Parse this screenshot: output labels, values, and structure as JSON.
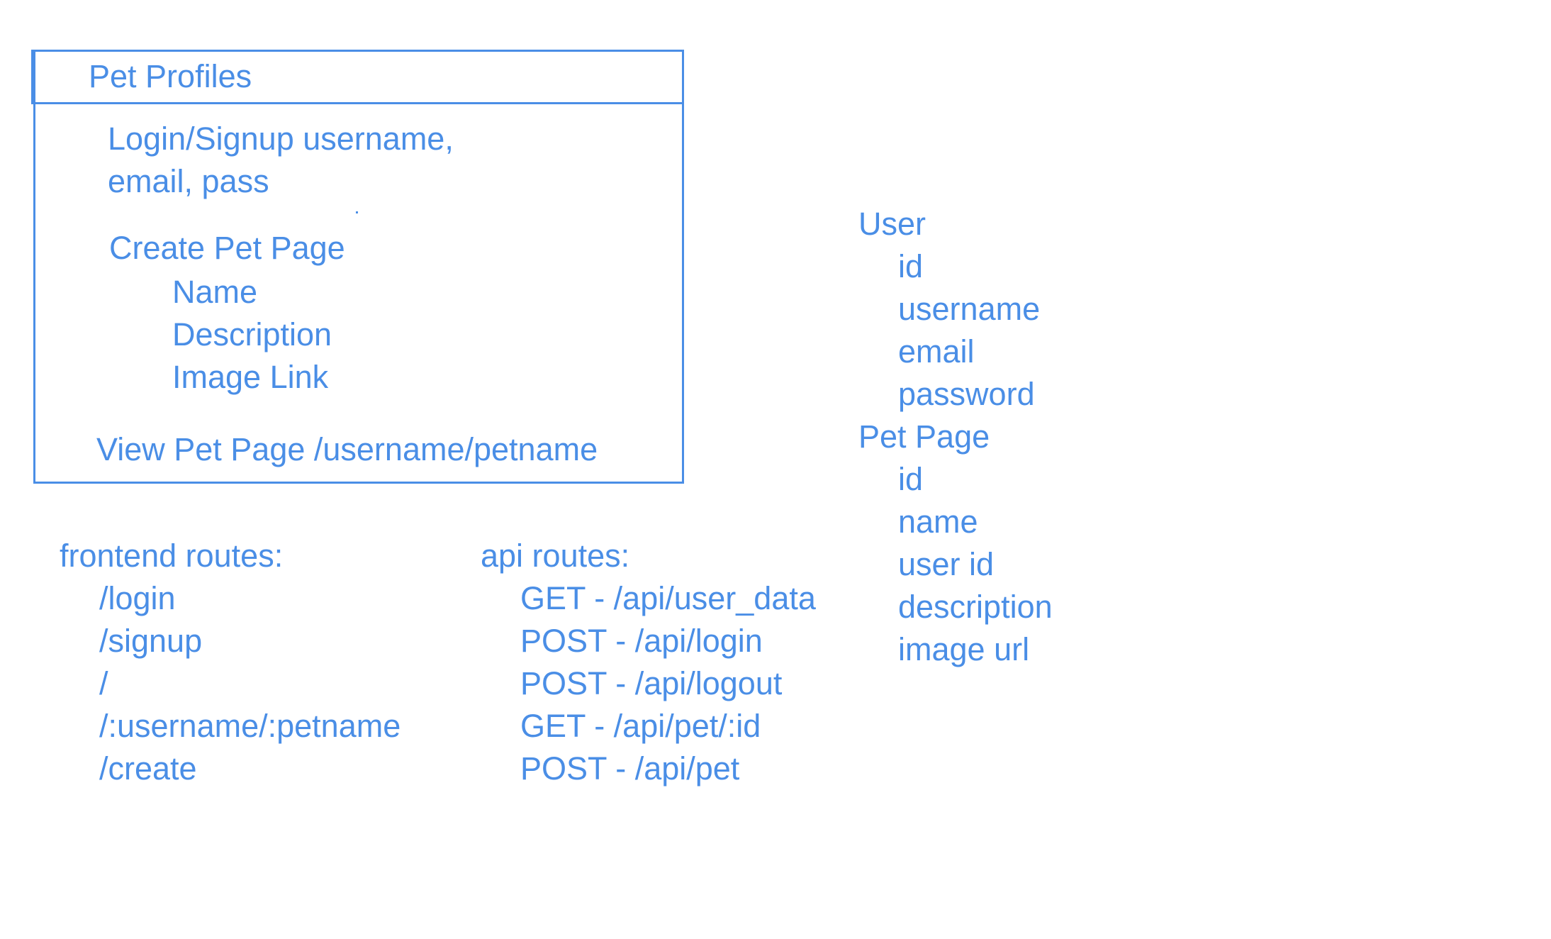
{
  "box": {
    "title": "Pet Profiles",
    "login_line1": "Login/Signup username,",
    "login_line2": "email, pass",
    "create_title": "Create Pet Page",
    "create_fields": [
      "Name",
      "Description",
      "Image Link"
    ],
    "view_line": "View Pet Page /username/petname"
  },
  "frontend": {
    "heading": "frontend routes:",
    "routes": [
      "/login",
      "/signup",
      "/",
      "/:username/:petname",
      "/create"
    ]
  },
  "api": {
    "heading": "api routes:",
    "routes": [
      "GET - /api/user_data",
      "POST - /api/login",
      "POST - /api/logout",
      "GET - /api/pet/:id",
      "POST - /api/pet"
    ]
  },
  "models": {
    "user_title": "User",
    "user_fields": [
      "id",
      "username",
      "email",
      "password"
    ],
    "pet_title": "Pet Page",
    "pet_fields": [
      "id",
      "name",
      "user id",
      "description",
      "image url"
    ]
  },
  "colors": {
    "ink": "#4a8ee6",
    "background": "#ffffff"
  }
}
